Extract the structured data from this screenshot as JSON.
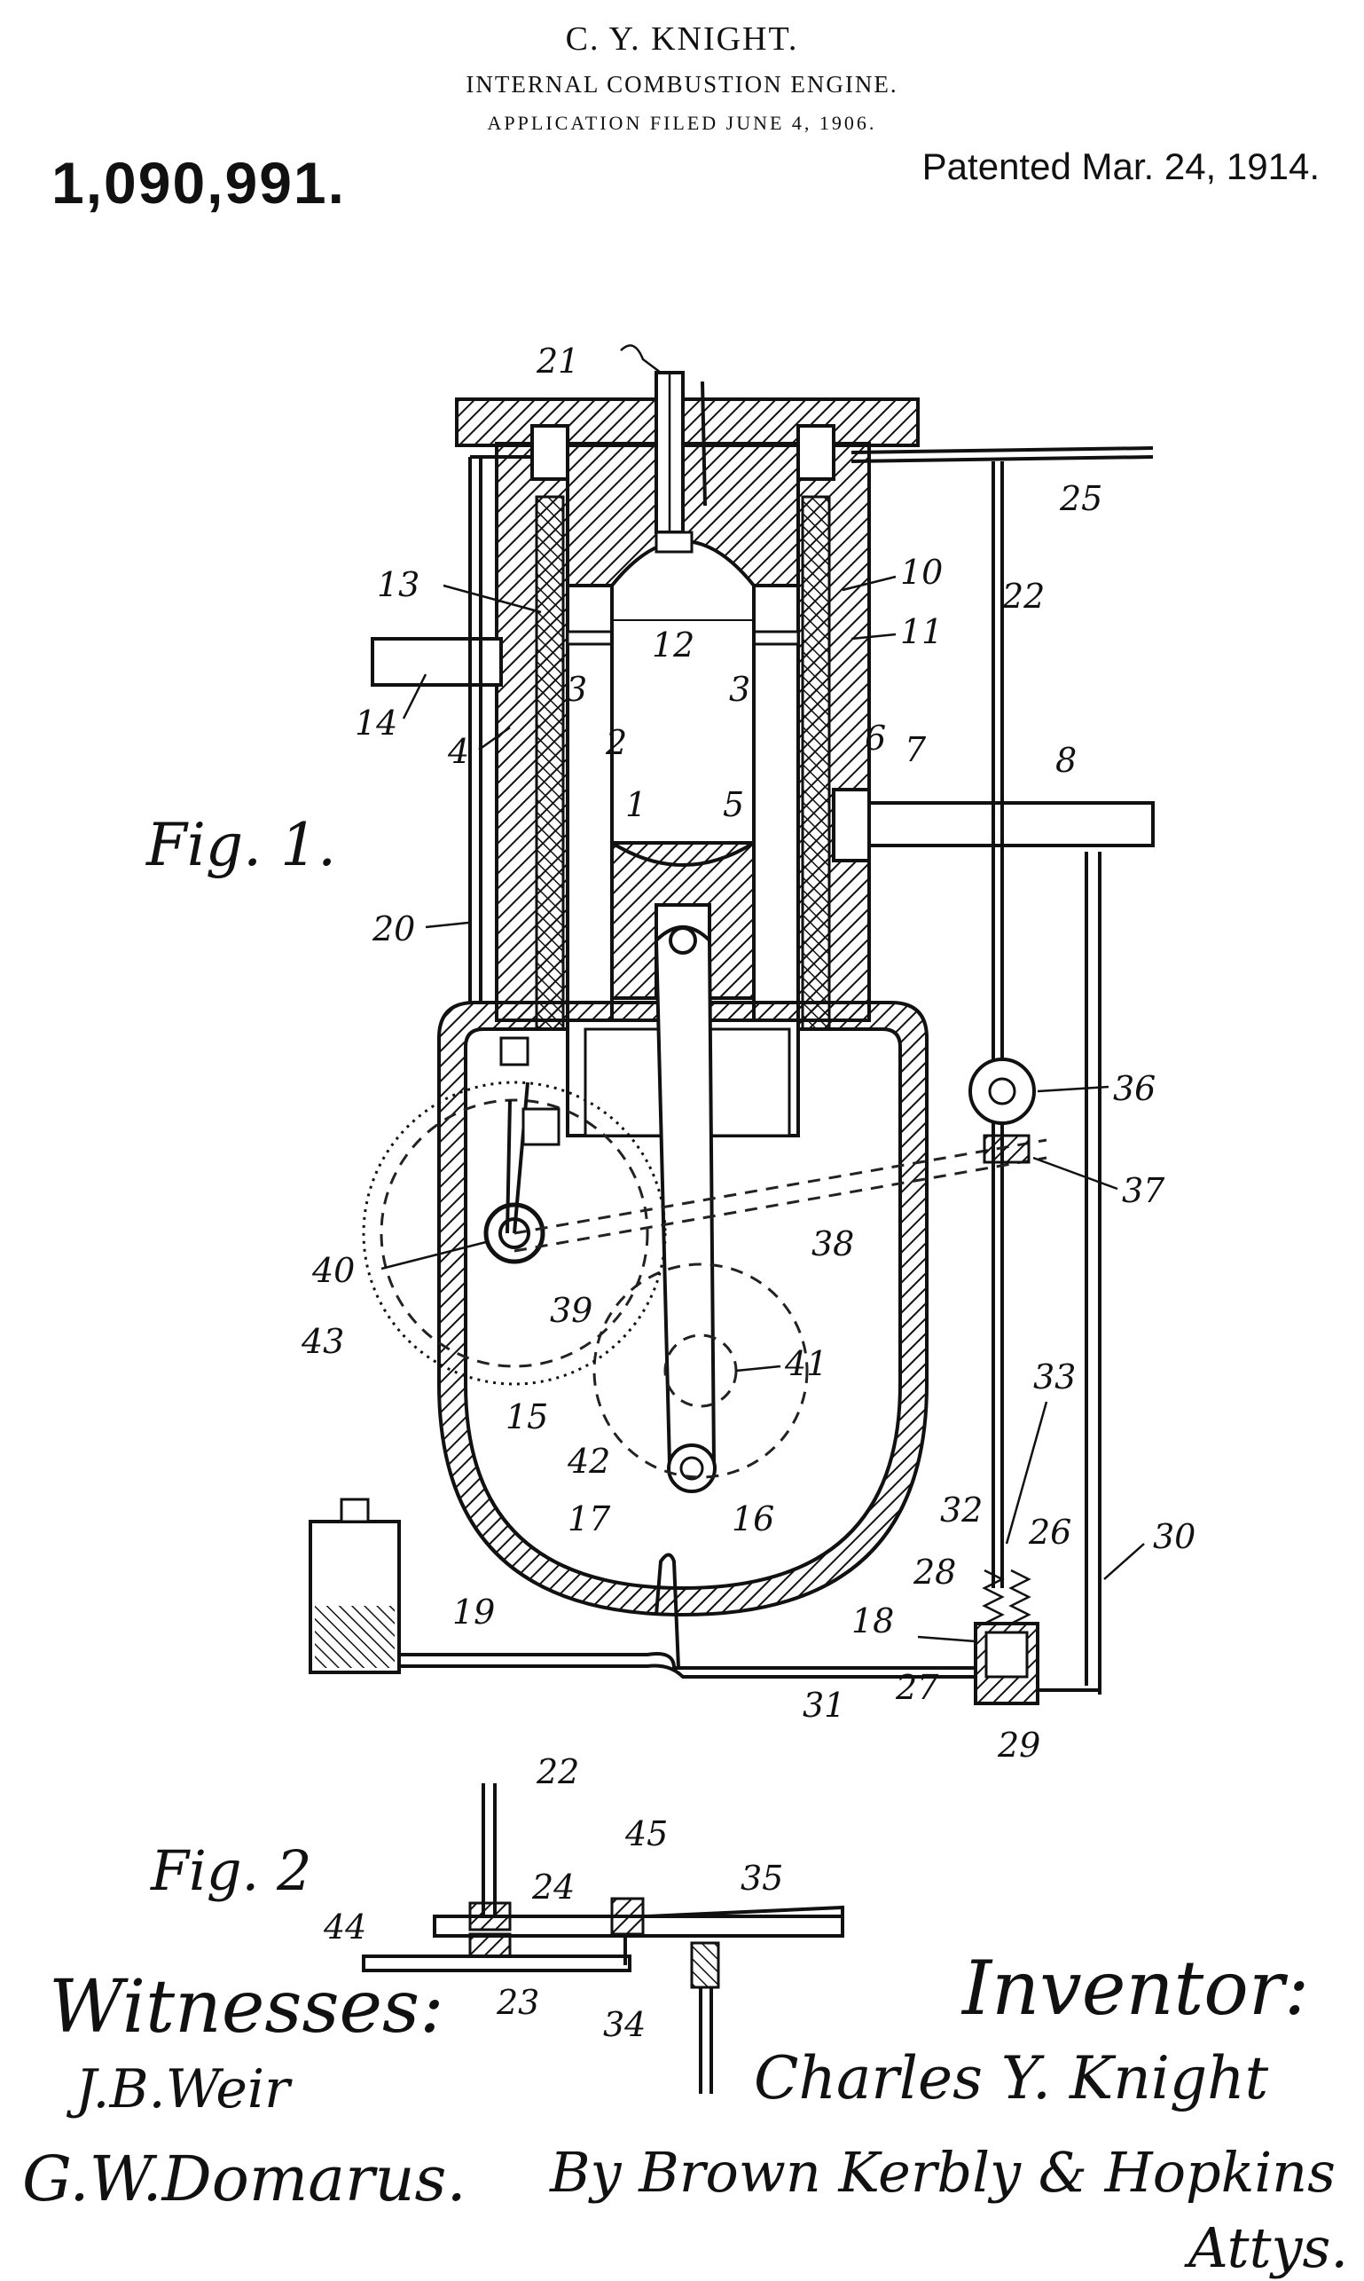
{
  "header": {
    "inventor_name": "C. Y. KNIGHT.",
    "title": "INTERNAL COMBUSTION ENGINE.",
    "filed": "APPLICATION FILED JUNE 4, 1906.",
    "patent_number": "1,090,991.",
    "patent_date": "Patented Mar. 24, 1914."
  },
  "figures": {
    "fig1_label": "Fig. 1.",
    "fig2_label": "Fig. 2"
  },
  "fig1_numerals": [
    "21",
    "25",
    "10",
    "22",
    "13",
    "12",
    "11",
    "14",
    "3",
    "3",
    "4",
    "2",
    "6",
    "7",
    "8",
    "1",
    "5",
    "20",
    "36",
    "37",
    "40",
    "38",
    "43",
    "39",
    "41",
    "33",
    "15",
    "42",
    "32",
    "26",
    "30",
    "17",
    "16",
    "28",
    "19",
    "18",
    "27",
    "31",
    "29"
  ],
  "fig2_numerals": [
    "22",
    "45",
    "24",
    "35",
    "44",
    "23",
    "34"
  ],
  "signatures": {
    "witnesses_label": "Witnesses:",
    "witness_1": "J.B.Weir",
    "witness_2": "G.W.Domarus.",
    "inventor_label": "Inventor:",
    "inventor": "Charles Y. Knight",
    "attorneys": "By Brown Kerbly & Hopkins",
    "attys_label": "Attys."
  },
  "colors": {
    "ink": "#111111",
    "paper": "#ffffff"
  }
}
